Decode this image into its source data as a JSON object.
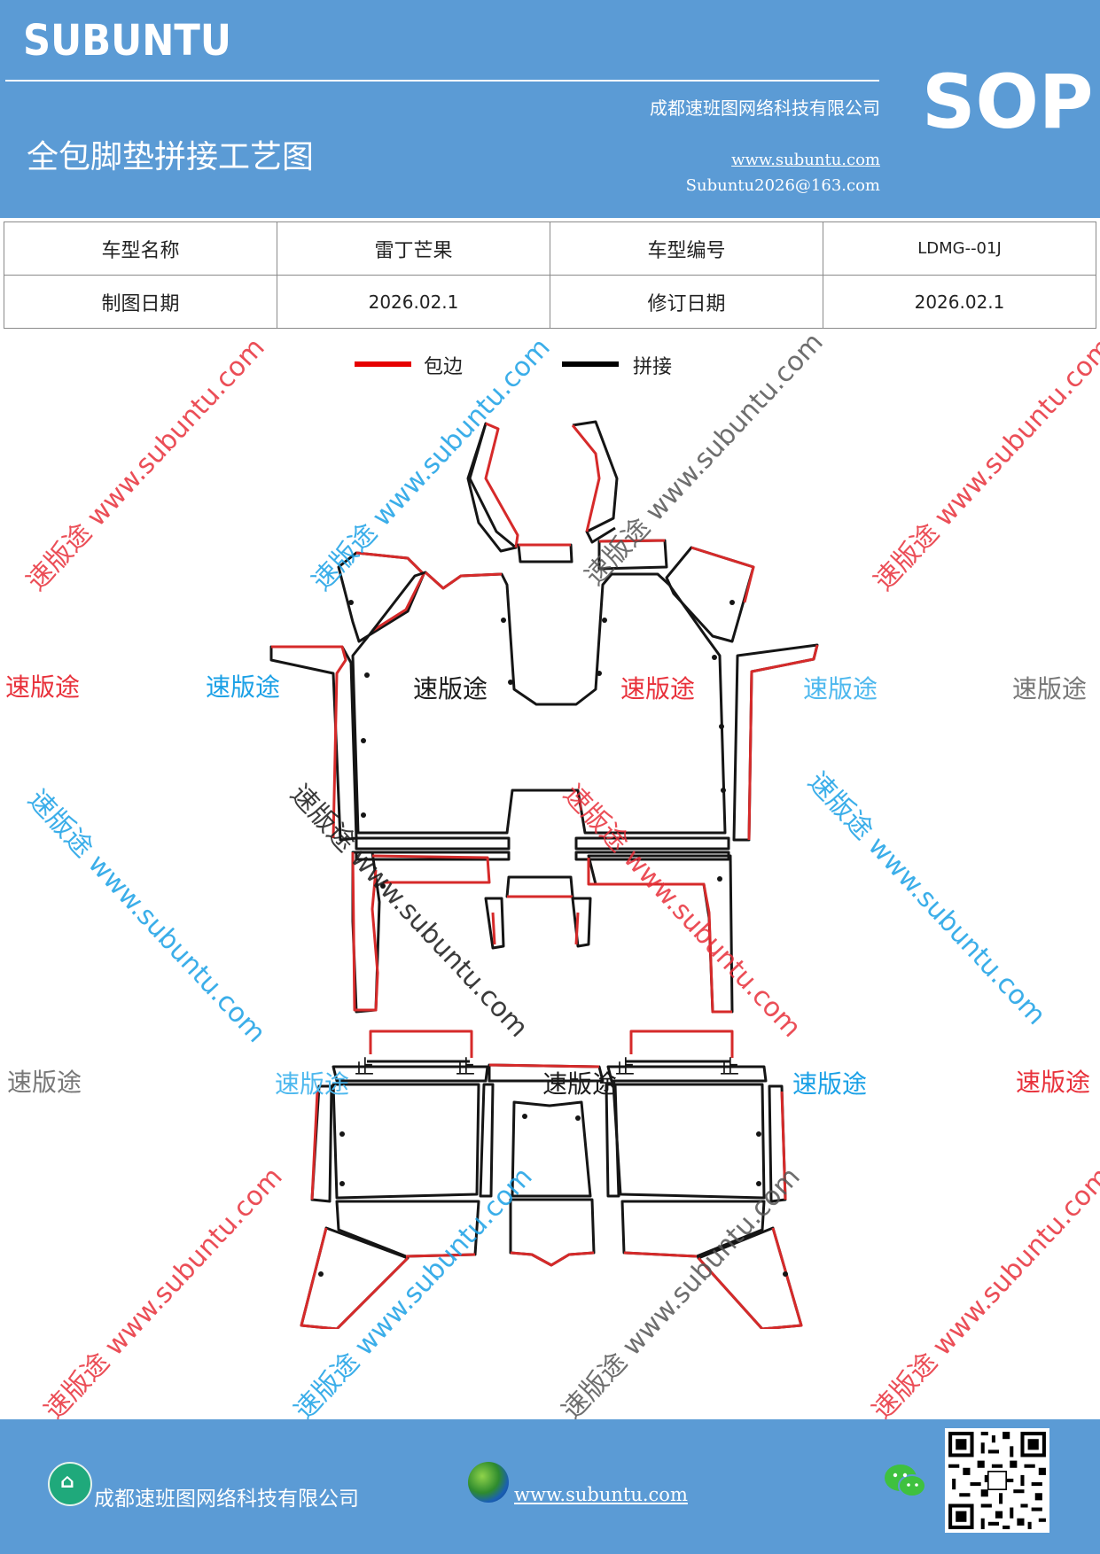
{
  "header": {
    "brand": "SUBUNTU",
    "company": "成都速班图网络科技有限公司",
    "title": "全包脚垫拼接工艺图",
    "website": "www.subuntu.com",
    "email": "Subuntu2026@163.com",
    "sop_label": "SOP",
    "background": "#5b9bd5"
  },
  "info_table": {
    "rows": [
      [
        "车型名称",
        "雷丁芒果",
        "车型编号",
        "LDMG--01J"
      ],
      [
        "制图日期",
        "2026.02.1",
        "修订日期",
        "2026.02.1"
      ]
    ]
  },
  "legend": {
    "items": [
      {
        "label": "包边",
        "color": "#e60000"
      },
      {
        "label": "拼接",
        "color": "#000000"
      }
    ]
  },
  "watermark": {
    "diagonal_text": "速版途 www.subuntu.com",
    "word": "速版途",
    "colors": {
      "red": "#e8303a",
      "blue": "#1aa0e6",
      "gray": "#777777",
      "black": "#1a1a1a",
      "light_blue": "#4db8ee"
    }
  },
  "diagram": {
    "markers": [
      "止",
      "止",
      "止",
      "止"
    ],
    "colors": {
      "outline": "#151515",
      "edge_binding": "#d62a2a"
    }
  },
  "footer": {
    "company": "成都速班图网络科技有限公司",
    "website": "www.subuntu.com",
    "icons": [
      "home-icon",
      "globe-icon",
      "wechat-icon",
      "qr-code"
    ]
  }
}
